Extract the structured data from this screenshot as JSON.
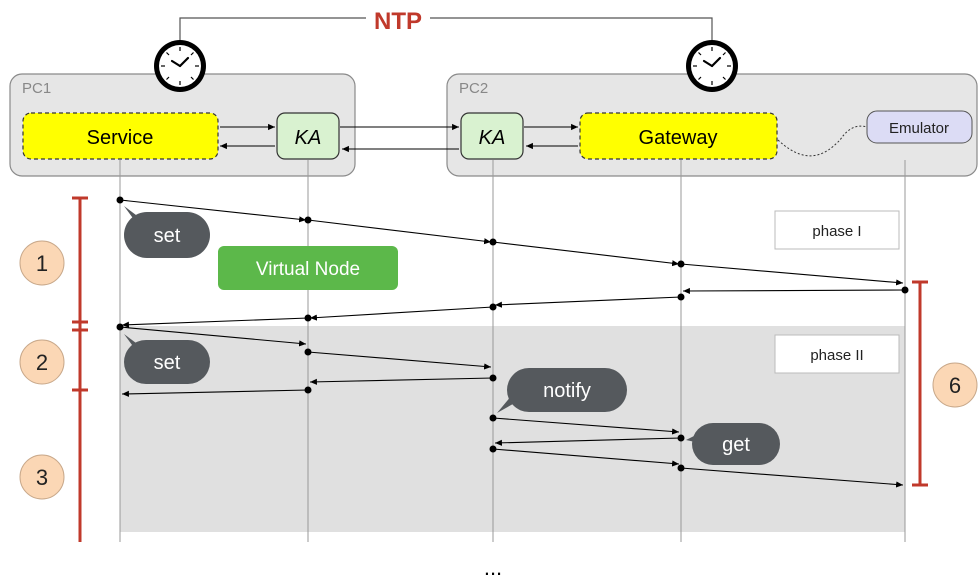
{
  "ntp": {
    "label": "NTP",
    "color": "#c0392b"
  },
  "pcs": [
    {
      "id": "pc1",
      "label": "PC1"
    },
    {
      "id": "pc2",
      "label": "PC2"
    }
  ],
  "components": {
    "service": "Service",
    "ka1": "KA",
    "ka2": "KA",
    "gateway": "Gateway",
    "emulator": "Emulator"
  },
  "bubbles": {
    "set1": "set",
    "set2": "set",
    "notify": "notify",
    "get": "get"
  },
  "virtual_node": "Virtual Node",
  "phases": {
    "phase1": "phase I",
    "phase2": "phase II"
  },
  "steps": [
    "1",
    "2",
    "3",
    "6"
  ],
  "ellipsis": "...",
  "colors": {
    "highlight_yellow": "#ffff00",
    "ka_green": "#d9f2d0",
    "emulator_lavender": "#dcdcf5",
    "virtual_node_green": "#5cb84a",
    "bubble_gray": "#55595d",
    "step_circle": "#fbd7b5",
    "bracket_red": "#c0392b",
    "phase_gray": "#e0e0e0"
  },
  "icons": [
    "clock-icon",
    "clock-icon"
  ]
}
